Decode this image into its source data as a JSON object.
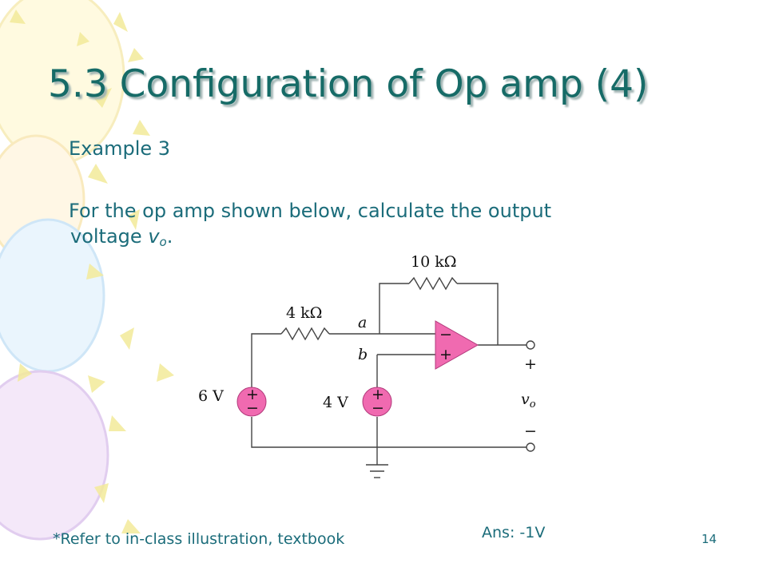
{
  "slide": {
    "title": "5.3 Configuration of Op amp (4)",
    "subtitle": "Example 3",
    "problem_line1": "For the op amp shown below, calculate the output",
    "problem_line2_prefix": "voltage ",
    "problem_var": "v",
    "problem_var_sub": "o",
    "problem_line2_suffix": ".",
    "answer": "Ans: -1V",
    "footnote": "*Refer to in-class illustration, textbook",
    "page_number": "14"
  },
  "circuit": {
    "r_feedback": "10 kΩ",
    "r_input": "4 kΩ",
    "node_a": "a",
    "node_b": "b",
    "source_1": "6 V",
    "source_2": "4 V",
    "output_var": "v",
    "output_sub": "o",
    "plus": "+",
    "minus": "−"
  },
  "colors": {
    "title": "#166b67",
    "text": "#1b6c7a",
    "component_fill": "#f06ab0",
    "wire": "#444444"
  }
}
